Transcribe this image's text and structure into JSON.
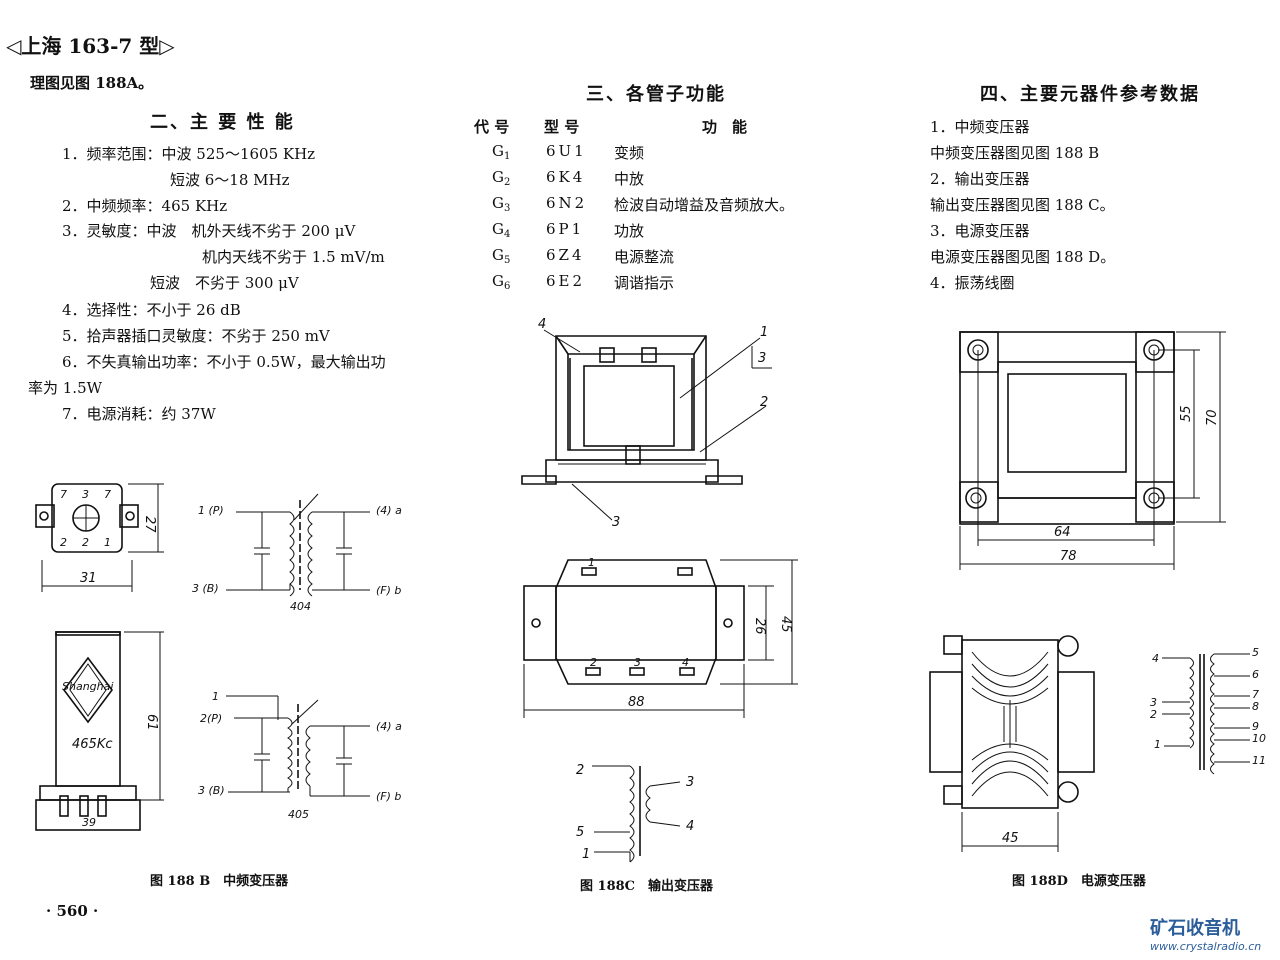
{
  "header": {
    "model": "上海 163-7 型",
    "left_mark": "◁",
    "right_mark": "▷"
  },
  "intro_line": "理图见图 188A。",
  "sec2": {
    "title": "二、主 要 性 能",
    "items": [
      "1．频率范围：中波 525～1605 KHz",
      "短波 6～18 MHz",
      "2．中频频率：465 KHz",
      "3．灵敏度：中波　机外天线不劣于 200 μV",
      "机内天线不劣于 1.5 mV/m",
      "短波　不劣于 300 μV",
      "4．选择性：不小于 26 dB",
      "5．拾声器插口灵敏度：不劣于 250 mV",
      "6．不失真输出功率：不小于 0.5W，最大输出功",
      "率为 1.5W",
      "7．电源消耗：约 37W"
    ]
  },
  "sec3": {
    "title": "三、各管子功能",
    "headers": [
      "代 号",
      "型 号",
      "功　能"
    ],
    "rows": [
      {
        "code": "G",
        "sub": "1",
        "type": "6U1",
        "func": "变频"
      },
      {
        "code": "G",
        "sub": "2",
        "type": "6K4",
        "func": "中放"
      },
      {
        "code": "G",
        "sub": "3",
        "type": "6N2",
        "func": "检波自动增益及音频放大。"
      },
      {
        "code": "G",
        "sub": "4",
        "type": "6P1",
        "func": "功放"
      },
      {
        "code": "G",
        "sub": "5",
        "type": "6Z4",
        "func": "电源整流"
      },
      {
        "code": "G",
        "sub": "6",
        "type": "6E2",
        "func": "调谐指示"
      }
    ]
  },
  "sec4": {
    "title": "四、主要元器件参考数据",
    "items": [
      "1．中频变压器",
      "中频变压器图见图 188 B",
      "2．输出变压器",
      "输出变压器图见图 188 C。",
      "3．电源变压器",
      "电源变压器图见图 188 D。",
      "4．振荡线圈"
    ]
  },
  "figB": {
    "caption": "图 188 B　中频变压器",
    "dim_31": "31",
    "dim_27": "27",
    "dim_61": "61",
    "dim_39": "39",
    "brand": "Shanghai",
    "freq": "465Kc",
    "coil1_label": "404",
    "coil2_label": "405",
    "pins_top": [
      "7",
      "3",
      "7"
    ],
    "pins_bottom": [
      "2",
      "2",
      "1"
    ],
    "c1_left": [
      "1 (P)",
      "3 (B)"
    ],
    "c1_right": [
      "(4) a",
      "(F) b"
    ],
    "c2_left": [
      "1",
      "2(P)",
      "3 (B)"
    ],
    "c2_right": [
      "(4) a",
      "(F) b"
    ]
  },
  "figC": {
    "caption": "图 188C　输出变压器",
    "dim_88": "88",
    "dim_45": "45",
    "dim_26": "26",
    "callouts": [
      "4",
      "1",
      "3",
      "2",
      "3"
    ],
    "pins": [
      "1",
      "2",
      "3",
      "4"
    ],
    "winding_left": [
      "2",
      "5",
      "1"
    ],
    "winding_right": [
      "3",
      "4"
    ]
  },
  "figD": {
    "caption": "图 188D　电源变压器",
    "dim_64": "64",
    "dim_78": "78",
    "dim_55": "55",
    "dim_70": "70",
    "dim_45": "45",
    "winding_left": [
      "4",
      "3",
      "2",
      "1"
    ],
    "winding_right": [
      "5",
      "6",
      "7",
      "8",
      "9",
      "10",
      "11"
    ]
  },
  "page_number": "· 560 ·",
  "watermark": {
    "cn": "矿石收音机",
    "url": "www.crystalradio.cn"
  }
}
